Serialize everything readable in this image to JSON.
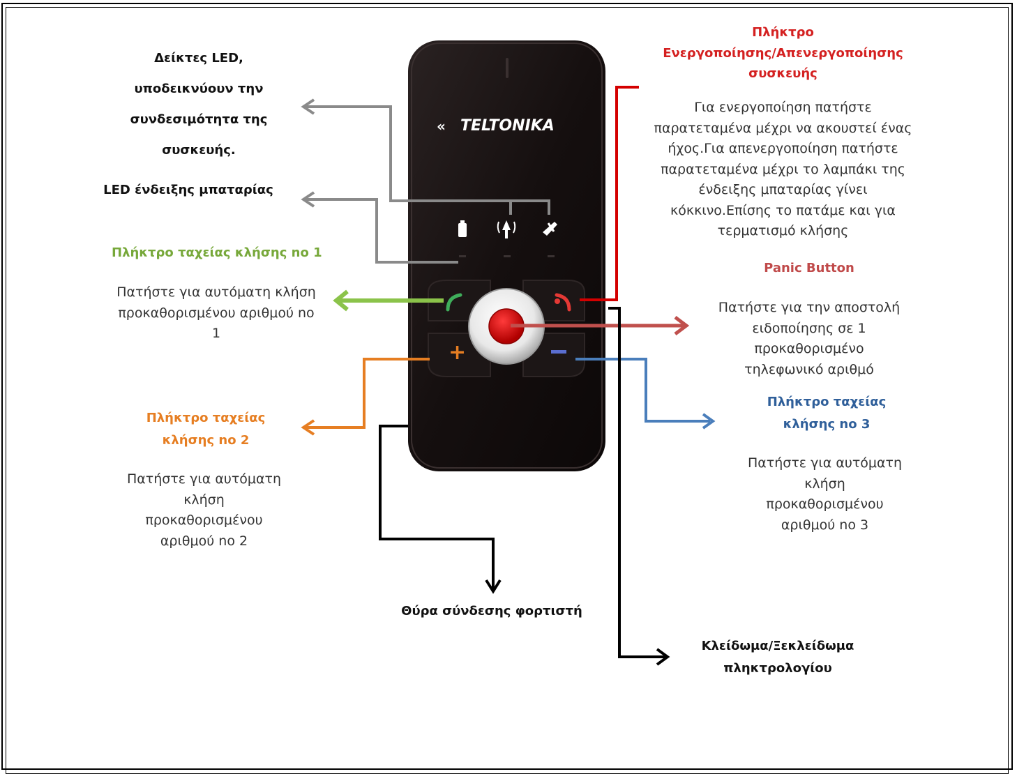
{
  "labels": {
    "led_indicators": [
      "Δείκτες LED,",
      "υποδεικνύουν την",
      "συνδεσιμότητα της",
      "συσκευής."
    ],
    "battery_led": "LED ένδειξης μπαταρίας",
    "speed_dial_1_title": "Πλήκτρο ταχείας κλήσης no 1",
    "speed_dial_1_desc": [
      "Πατήστε για αυτόματη κλήση",
      "προκαθορισμένου αριθμού no",
      "1"
    ],
    "speed_dial_2_title": [
      "Πλήκτρο ταχείας",
      "κλήσης no 2"
    ],
    "speed_dial_2_desc": [
      "Πατήστε για αυτόματη",
      "κλήση",
      "προκαθορισμένου",
      "αριθμού no 2"
    ],
    "charger_port": "Θύρα σύνδεσης φορτιστή",
    "power_title": [
      "Πλήκτρο",
      "Ενεργοποίησης/Απενεργοποίησης",
      "συσκευής"
    ],
    "power_desc": [
      "Για ενεργοποίηση πατήστε",
      "παρατεταμένα μέχρι να ακουστεί ένας",
      "ήχος.Για απενεργοποίηση πατήστε",
      "παρατεταμένα μέχρι το λαμπάκι της",
      "ένδειξης μπαταρίας γίνει",
      "κόκκινο.Επίσης το πατάμε και για",
      "τερματισμό κλήσης"
    ],
    "panic_title": "Panic Button",
    "panic_desc": [
      "Πατήστε για την αποστολή",
      "ειδοποίησης σε  1",
      "προκαθορισμένο",
      "τηλεφωνικό  αριθμό"
    ],
    "speed_dial_3_title": [
      "Πλήκτρο ταχείας",
      "κλήσης no 3"
    ],
    "speed_dial_3_desc": [
      "Πατήστε για αυτόματη",
      "κλήση",
      "προκαθορισμένου",
      "αριθμού no 3"
    ],
    "keypad_lock": [
      "Κλείδωμα/Ξεκλείδωμα",
      "πληκτρολογίου"
    ]
  },
  "device": {
    "brand": "TELTONIKA",
    "plus_symbol": "+",
    "minus_symbol": "−"
  },
  "colors": {
    "gray_arrow": "#8a8a8a",
    "green_arrow": "#8bc34a",
    "orange_arrow": "#e67e22",
    "red_line": "#d40000",
    "panic_arrow": "#c0504d",
    "blue_arrow": "#4a7ebb",
    "black_arrow": "#000000"
  }
}
